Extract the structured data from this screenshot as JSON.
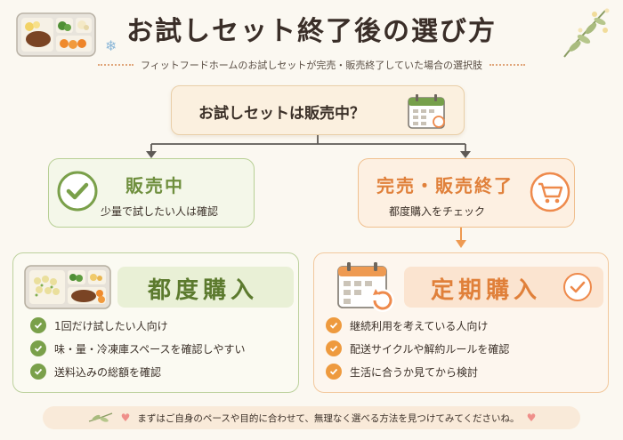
{
  "header": {
    "title": "お試しセット終了後の選び方",
    "subtitle": "フィットフードホームのお試しセットが完売・販売終了していた場合の選択肢"
  },
  "question": {
    "text": "お試しセットは販売中？"
  },
  "branches": {
    "on_sale": {
      "title": "販売中",
      "description": "少量で試したい人は確認",
      "color": "#6f8f3e"
    },
    "sold_out": {
      "title": "完売・販売終了",
      "description": "都度購入をチェック",
      "color": "#e0803a"
    }
  },
  "options": {
    "one_time": {
      "title": "都度購入",
      "color": "#5c7a2e",
      "points": [
        "1回だけ試したい人向け",
        "味・量・冷凍庫スペースを確認しやすい",
        "送料込みの総額を確認"
      ]
    },
    "subscription": {
      "title": "定期購入",
      "color": "#e0803a",
      "points": [
        "継続利用を考えている人向け",
        "配送サイクルや解約ルールを確認",
        "生活に合うか見てから検討"
      ]
    }
  },
  "footer": {
    "text": "まずはご自身のペースや目的に合わせて、無理なく選べる方法を見つけてみてくださいね。"
  },
  "icons": [
    "bento-box-icon",
    "snowflake-icon",
    "flower-branch-icon",
    "calendar-icon",
    "check-circle-icon",
    "shopping-cart-icon",
    "calendar-refresh-icon",
    "checkmark-icon",
    "leaf-icon",
    "heart-icon"
  ]
}
